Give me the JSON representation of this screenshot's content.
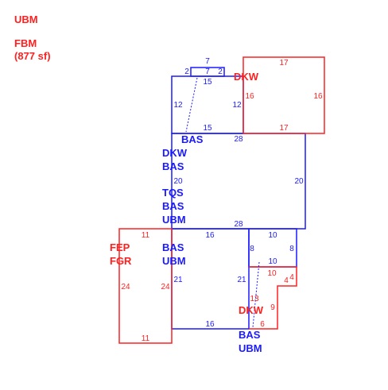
{
  "header": {
    "code": "UBM",
    "fbm_code": "FBM",
    "fbm_area": "(877 sf)"
  },
  "colors": {
    "main": "#1a1aff",
    "ancillary": "#ff2020"
  },
  "dimensions": {
    "notch_top": "7",
    "notch_left": "2",
    "notch_mid": "7",
    "notch_right": "2",
    "upper_top": "15",
    "upper_left": "12",
    "upper_right": "12",
    "upper_bottom": "15",
    "dkw_top": "17",
    "dkw_left": "16",
    "dkw_right": "16",
    "dkw_bottom": "17",
    "mid_top": "28",
    "mid_left": "20",
    "mid_right": "20",
    "mid_bottom": "28",
    "lower_top": "16",
    "lower_left": "21",
    "lower_right": "21",
    "lower_bottom": "16",
    "box_top": "10",
    "box_left": "8",
    "box_right": "8",
    "box_bottom": "10",
    "fep_top": "11",
    "fep_left": "24",
    "fep_right": "24",
    "fep_bottom": "11",
    "dkw2_top": "10",
    "dkw2_right_a": "4",
    "dkw2_right_b": "4",
    "dkw2_diag": "13",
    "dkw2_right_c": "9",
    "dkw2_bottom": "6"
  },
  "labels": {
    "upper_bas": "BAS",
    "upper_dkw": "DKW",
    "mid_1": "DKW",
    "mid_2": "BAS",
    "mid_3": "TQS",
    "mid_4": "BAS",
    "mid_5": "UBM",
    "lower_1": "BAS",
    "lower_2": "UBM",
    "fep_1": "FEP",
    "fep_2": "FGR",
    "dkw2": "DKW",
    "bottom_1": "BAS",
    "bottom_2": "UBM"
  }
}
